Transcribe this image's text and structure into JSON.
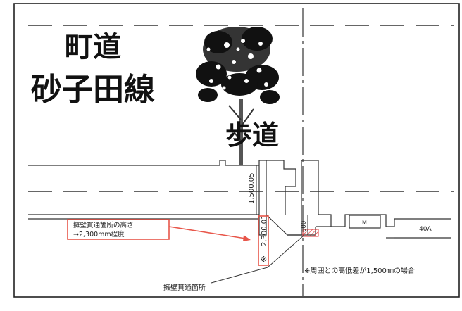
{
  "road_title": {
    "line1": "町道",
    "line2": "砂子田線"
  },
  "sidewalk_label": "歩道",
  "dimensions": {
    "upper": "1,500.05",
    "lower": "2,300.01",
    "small": "600"
  },
  "note_box": {
    "line1": "擁壁貫通箇所の高さ",
    "line2": "→2,300mm程度"
  },
  "star_mark": "※",
  "bottom_label": "擁壁貫通箇所",
  "footnote": "※周囲との高低差が1,500㎜の場合",
  "equipment": {
    "m_box": "M",
    "pipe": "40A"
  },
  "colors": {
    "line": "#222222",
    "accent_red": "#e8564a",
    "hatch_red": "#e23a3a"
  }
}
